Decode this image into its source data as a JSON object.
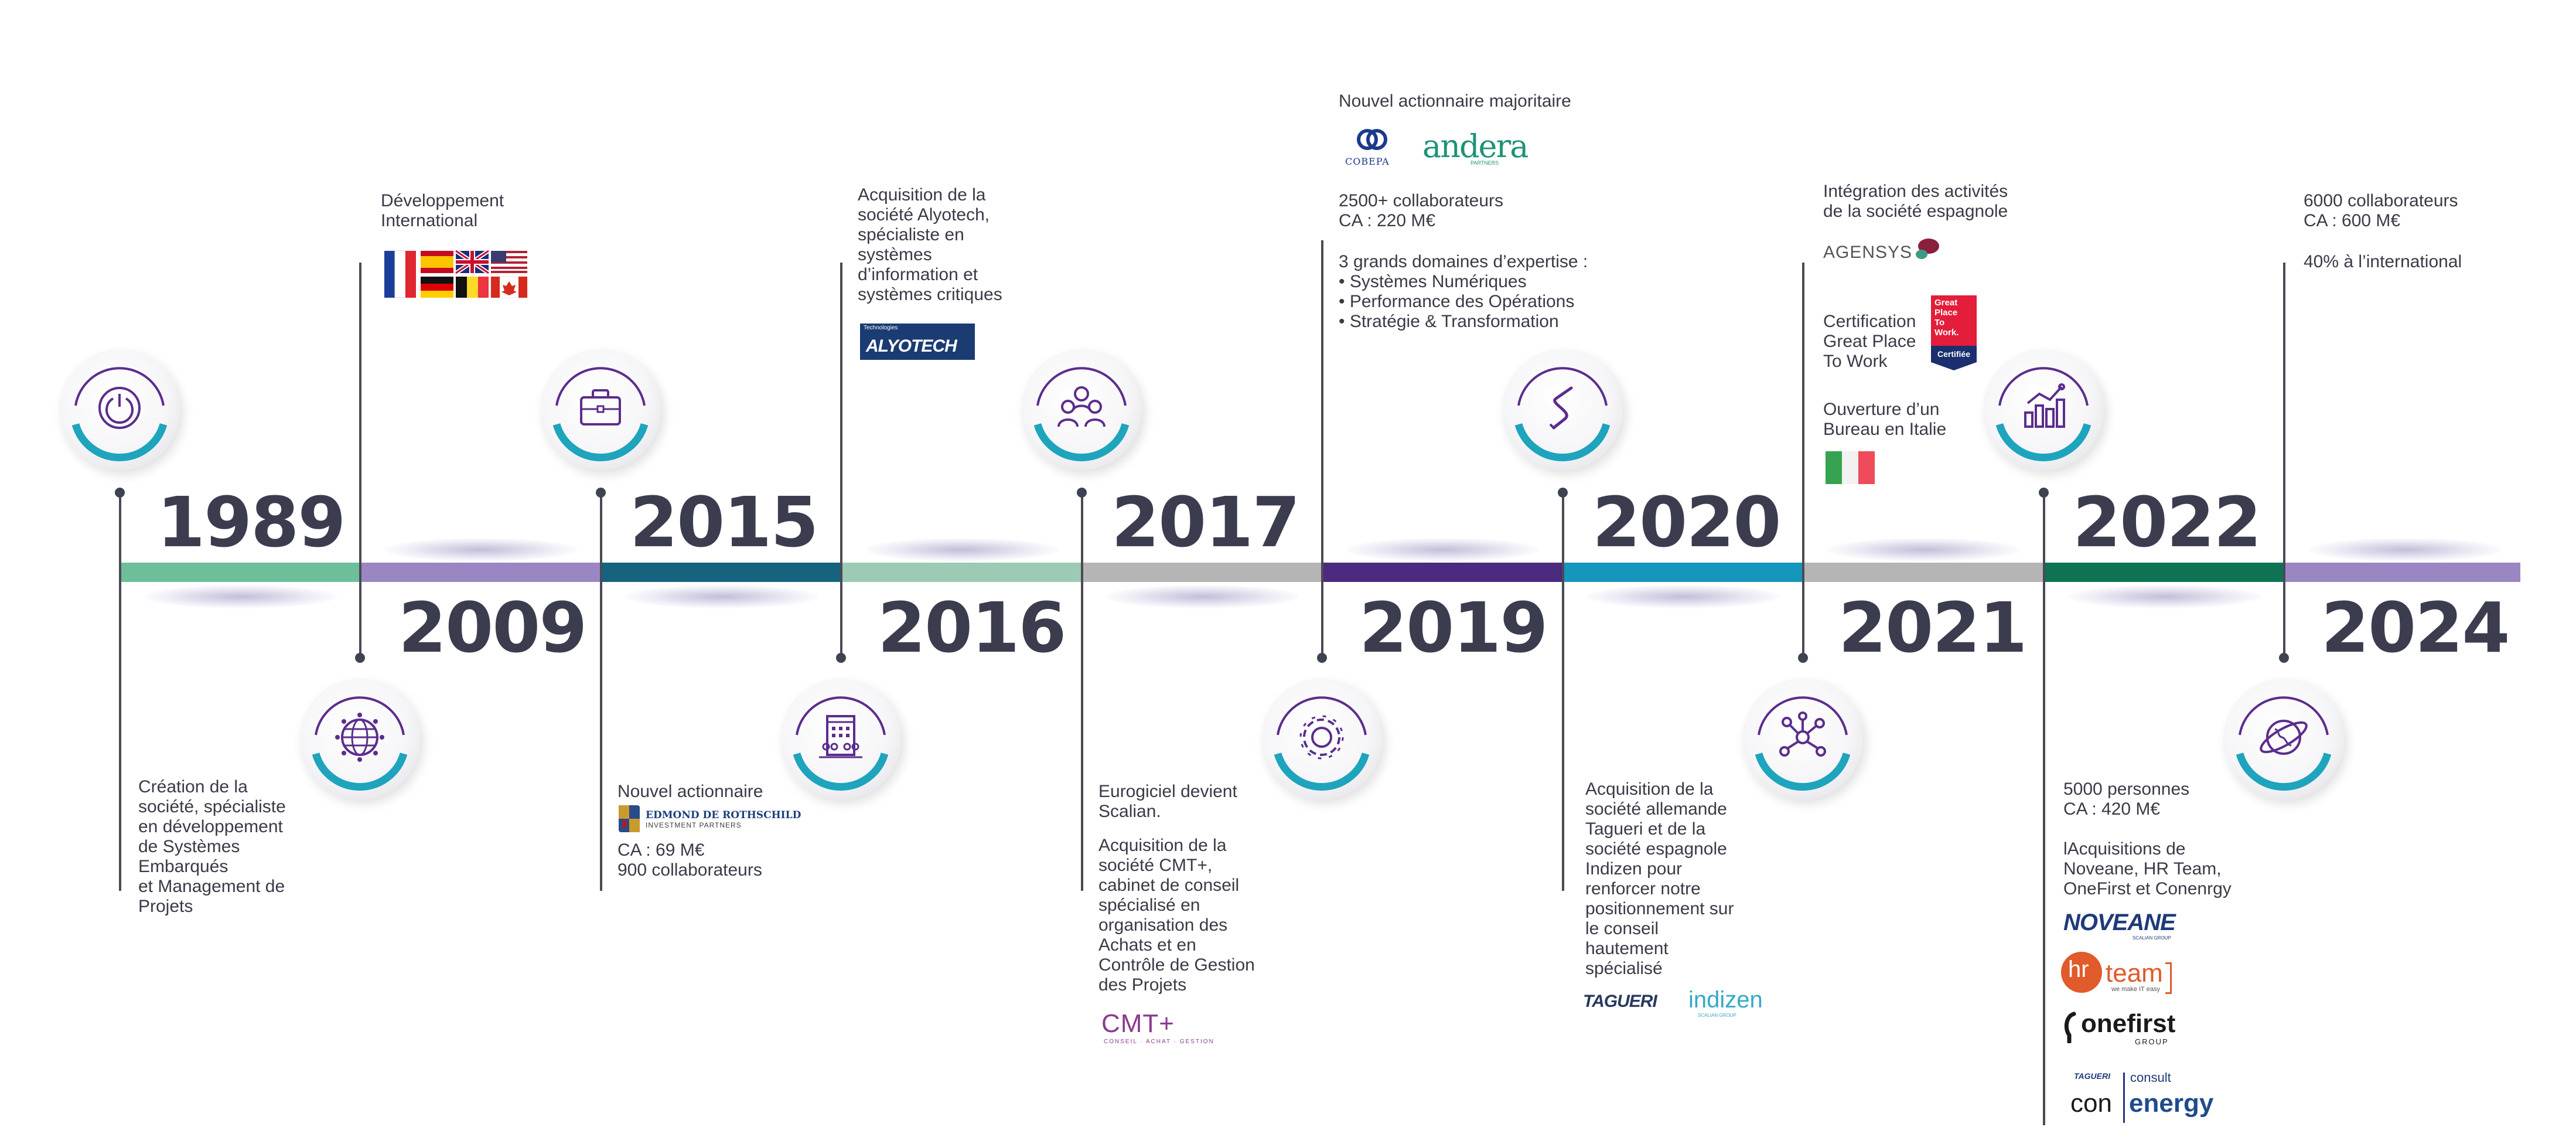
{
  "years": [
    "1989",
    "2009",
    "2015",
    "2016",
    "2017",
    "2019",
    "2020",
    "2021",
    "2022",
    "2024"
  ],
  "segment_colors": [
    "#6dbf9a",
    "#9b86c4",
    "#15637f",
    "#9ccab4",
    "#b5b5b5",
    "#4c2a80",
    "#1596bd",
    "#b5b5b5",
    "#0d7353",
    "#9b86c4"
  ],
  "accent_colors": {
    "icon_purple": "#5b2d8c",
    "arc_teal": "#1ea4bd",
    "year_text": "#3b3d4f"
  },
  "icons": [
    "power-icon",
    "globe-icon",
    "briefcase-icon",
    "building-icon",
    "team-icon",
    "gear-icon",
    "s-path-icon",
    "network-icon",
    "growth-chart-icon",
    "world-icon"
  ],
  "events": {
    "e1989": {
      "lines": "Création de la\nsociété, spécialiste\nen développement\nde Systèmes\nEmbarqués\net Management de\nProjets"
    },
    "e2009": {
      "lines": "Développement\nInternational"
    },
    "e2015": {
      "line1": "Nouvel actionnaire",
      "logo_top": "EDMOND DE ROTHSCHILD",
      "logo_bottom": "INVESTMENT PARTNERS",
      "line2": "CA : 69 M€\n900 collaborateurs"
    },
    "e2016": {
      "lines": "Acquisition de la\nsociété Alyotech,\nspécialiste en\nsystèmes\nd’information et\nsystèmes critiques",
      "logo_small": "Technologies",
      "logo": "ALYOTECH"
    },
    "e2017": {
      "line1": "Eurogiciel devient\nScalian.",
      "line2": "Acquisition de la\nsociété CMT+,\ncabinet de conseil\nspécialisé en\norganisation des\nAchats et en\nContrôle de Gestion\ndes Projets",
      "logo": "CMT+",
      "logo_sub": "CONSEIL · ACHAT · GESTION"
    },
    "e2019": {
      "line1": "Nouvel actionnaire majoritaire",
      "logo_a": "COBEPA",
      "logo_b": "andera",
      "logo_b_sub": "PARTNERS",
      "line2": "2500+ collaborateurs\nCA : 220 M€",
      "line3": "3 grands domaines d’expertise :\n• Systèmes Numériques\n• Performance des Opérations\n• Stratégie & Transformation"
    },
    "e2020": {
      "lines": "Acquisition de la\nsociété allemande\nTagueri et de la\nsociété espagnole\nIndizen pour\nrenforcer notre\npositionnement sur\nle conseil\nhautement\nspécialisé",
      "logo_a": "TAGUERI",
      "logo_b": "indizen",
      "logo_b_sub": "SCALIAN GROUP"
    },
    "e2021": {
      "line1": "Intégration des activités\nde la société espagnole",
      "logo": "AGENSYS",
      "line2": "Certification\nGreat Place\nTo Work",
      "gptw": "Great\nPlace\nTo\nWork.",
      "gptw_sub": "Certifiée",
      "line3": "Ouverture d’un\nBureau en Italie"
    },
    "e2022": {
      "line1": "5000 personnes\nCA : 420 M€",
      "line2": "lAcquisitions de\nNoveane, HR Team,\nOneFirst et Conenrgy",
      "logo_noveane": "NOVEANE",
      "logo_noveane_sub": "SCALIAN GROUP",
      "logo_hr": "hr",
      "logo_team": "team",
      "logo_hr_sub": "we make IT easy",
      "logo_onefirst": "onefirst",
      "logo_onefirst_sub": "GROUP",
      "logo_con_small": "TAGUERI",
      "logo_consult": "consult",
      "logo_con": "con",
      "logo_energy": "energy"
    },
    "e2024": {
      "line1": "6000 collaborateurs\nCA : 600 M€",
      "line2": "40% à l’international"
    }
  }
}
